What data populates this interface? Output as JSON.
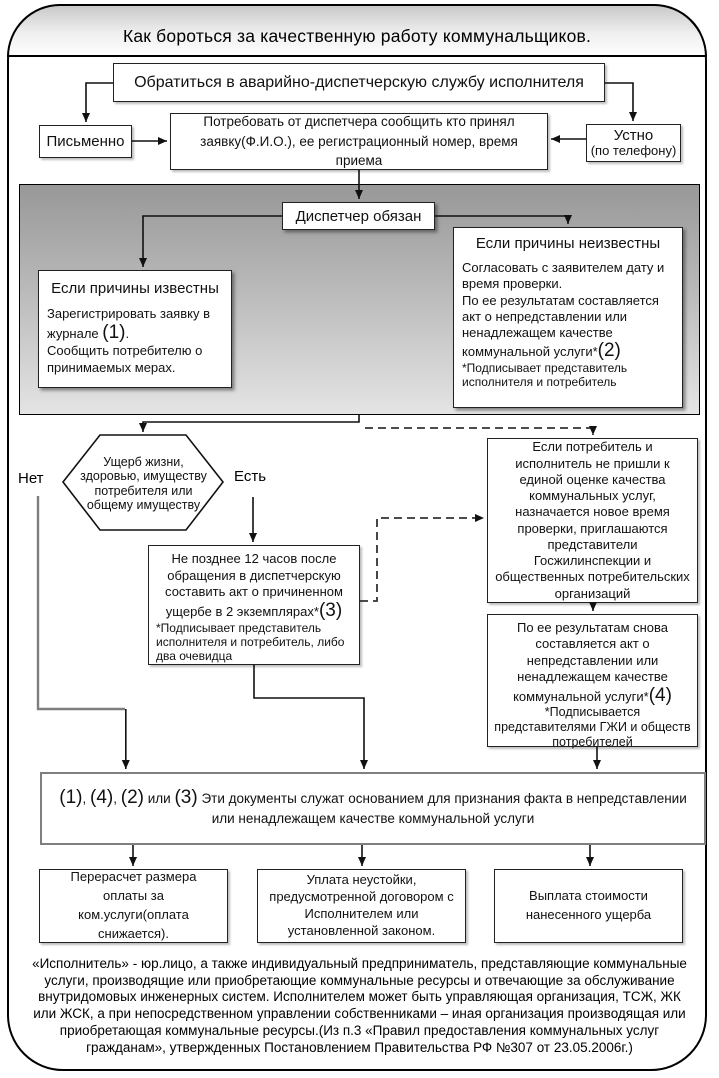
{
  "title": "Как бороться за качественную работу коммунальщиков.",
  "top": {
    "contact": "Обратиться в аварийно-диспетчерскую службу исполнителя",
    "written": "Письменно",
    "oral": "Устно",
    "oral_sub": "(по телефону)",
    "demand": "Потребовать от диспетчера сообщить кто принял заявку(Ф.И.О.), ее регистрационный номер, время приема"
  },
  "panel": {
    "dispatcher": "Диспетчер обязан",
    "known": {
      "title": "Если причины известны",
      "register": "Зарегистрировать заявку в журнале ",
      "register_num": "(1)",
      "register_period": ".",
      "inform": "Сообщить потребителю о принимаемых мерах."
    },
    "unknown": {
      "title": "Если причины неизвестны",
      "p1": "Согласовать с заявителем дату и время проверки.",
      "p2": "По ее результатам составляется акт о непредставлении или ненадлежащем качестве коммунальной услуги*",
      "p2_num": "(2)",
      "footnote": "*Подписывает представитель исполнителя и потребитель"
    }
  },
  "decision": {
    "hexagon": "Ущерб жизни, здоровью, имуществу потребителя или общему имуществу",
    "no": "Нет",
    "yes": "Есть"
  },
  "act12": {
    "main": "Не позднее 12 часов после обращения в диспетчерскую составить акт о причиненном ущербе в 2 экземплярах*",
    "num": "(3)",
    "footnote": "*Подписывает представитель исполнителя и потребитель, либо два очевидца"
  },
  "right": {
    "new_check": "Если потребитель и исполнитель не пришли к единой оценке качества коммунальных услуг, назначается новое время проверки, приглашаются представители Госжилинспекции и общественных потребительских организаций",
    "repeat_act": "По ее результатам снова составляется акт о непредставлении или ненадлежащем качестве коммунальной услуги*",
    "repeat_num": "(4)",
    "footnote": "*Подписывается представителями ГЖИ и обществ потребителей"
  },
  "docs": {
    "n1": "(1)",
    "sep1": ", ",
    "n4": "(4)",
    "sep2": ", ",
    "n2": "(2)",
    "or": " или ",
    "n3": "(3)",
    "text": " Эти документы служат основанием для признания факта в непредставлении или ненадлежащем качестве коммунальной услуги"
  },
  "outcomes": [
    "Перерасчет размера оплаты за ком.услуги(оплата снижается).",
    "Уплата неустойки, предусмотренной договором с Исполнителем или установленной законом.",
    "Выплата стоимости нанесенного ущерба"
  ],
  "footer": "«Исполнитель» - юр.лицо, а также индивидуальный предприниматель, представляющие коммунальные услуги, производящие или приобретающие коммунальные ресурсы и отвечающие за обслуживание внутридомовых инженерных систем. Исполнителем может быть управляющая организация, ТСЖ, ЖК или ЖСК, а при непосредственном управлении собственниками – иная организация производящая или приобретающая коммунальные ресурсы.(Из п.3 «Правил предоставления коммунальных услуг гражданам», утвержденных Постановлением Правительства РФ №307 от 23.05.2006г.)",
  "colors": {
    "frame": "#000000",
    "panel_top": "#989898",
    "panel_bottom": "#e4e4e4",
    "wide_box_border": "#7f7f7f"
  }
}
